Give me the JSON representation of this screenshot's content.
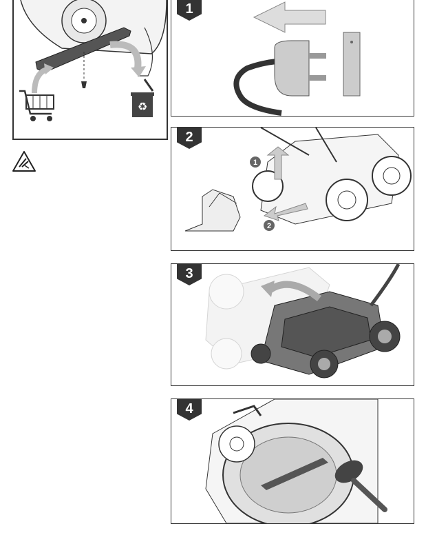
{
  "steps": [
    {
      "number": "1",
      "icons": [
        "arrow-left-icon",
        "power-plug-icon",
        "socket-icon"
      ]
    },
    {
      "number": "2",
      "callouts": [
        "1",
        "2"
      ],
      "icons": [
        "grass-box-icon",
        "lawnmower-icon"
      ]
    },
    {
      "number": "3",
      "icons": [
        "lawnmower-icon",
        "tilt-arrow-icon"
      ]
    },
    {
      "number": "4",
      "icons": [
        "cleaning-brush-icon",
        "mower-underside-icon"
      ]
    }
  ],
  "left_panel": {
    "icons": [
      "blade-icon",
      "shopping-cart-icon",
      "recycle-bin-icon"
    ]
  },
  "warning_icon": "sharp-blade-warning-icon"
}
